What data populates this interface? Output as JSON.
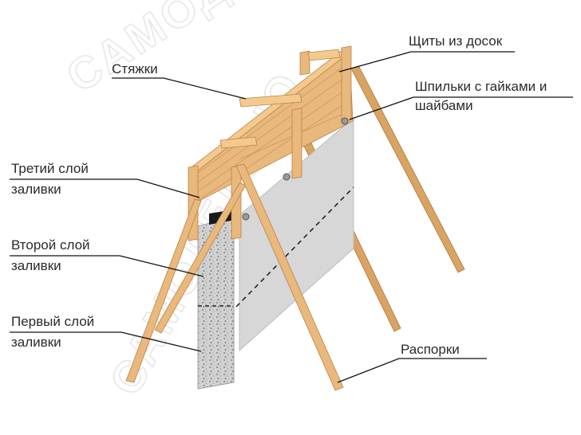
{
  "watermark": {
    "text_top": "САМОДЕ",
    "text_side": "САМОДЕЛИНО"
  },
  "labels": {
    "shields": "Щиты из досок",
    "ties": "Стяжки",
    "studs_line1": "Шпильки с гайками и",
    "studs_line2": "шайбами",
    "layer3_line1": "Третий слой",
    "layer3_line2": "заливки",
    "layer2_line1": "Второй слой",
    "layer2_line2": "заливки",
    "layer1_line1": "Первый слой",
    "layer1_line2": "заливки",
    "braces": "Распорки"
  },
  "colors": {
    "wood": "#e9b87c",
    "concrete": "#cfcfcf",
    "panel_face": "#d6d6d6"
  }
}
